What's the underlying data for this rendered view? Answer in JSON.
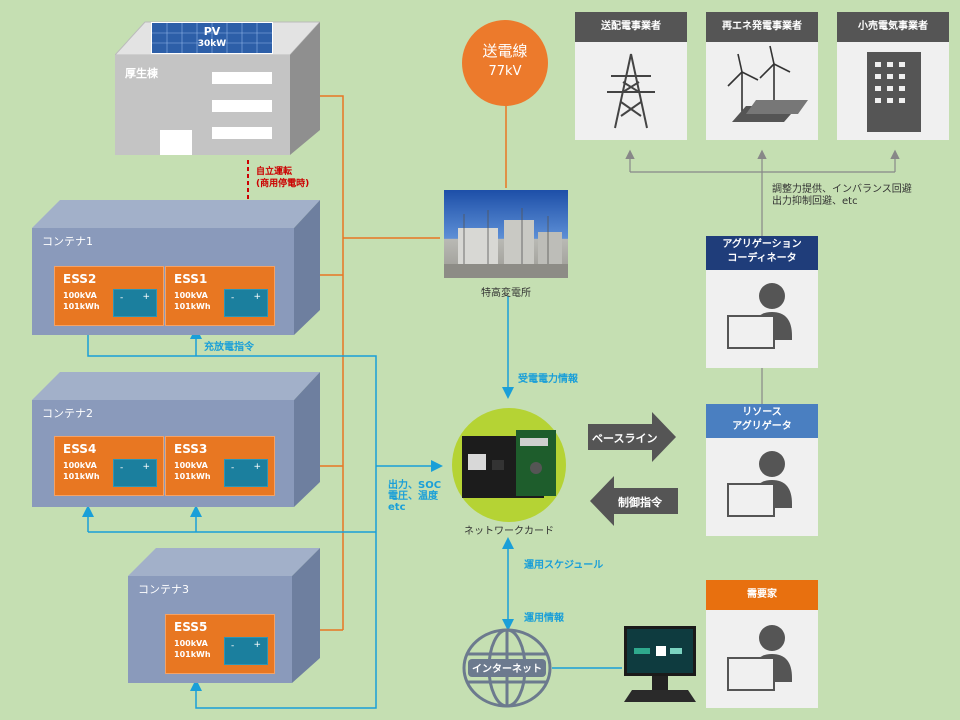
{
  "building": {
    "label": "厚生棟",
    "pv_label": "PV",
    "pv_capacity": "30kW"
  },
  "islanding": {
    "line1": "自立運転",
    "line2": "(商用停電時)"
  },
  "containers": [
    {
      "label": "コンテナ1"
    },
    {
      "label": "コンテナ2"
    },
    {
      "label": "コンテナ3"
    }
  ],
  "ess": [
    {
      "name": "ESS2",
      "spec1": "100kVA",
      "spec2": "101kWh"
    },
    {
      "name": "ESS1",
      "spec1": "100kVA",
      "spec2": "101kWh"
    },
    {
      "name": "ESS4",
      "spec1": "100kVA",
      "spec2": "101kWh"
    },
    {
      "name": "ESS3",
      "spec1": "100kVA",
      "spec2": "101kWh"
    },
    {
      "name": "ESS5",
      "spec1": "100kVA",
      "spec2": "101kWh"
    }
  ],
  "charge_command": "充放電指令",
  "telemetry": {
    "line1": "出力、SOC",
    "line2": "電圧、温度",
    "line3": "etc"
  },
  "transmission": {
    "line1": "送電線",
    "line2": "77kV"
  },
  "substation": {
    "label": "特高変電所"
  },
  "received_power_info": "受電電力情報",
  "network_card": {
    "label": "ネットワークカード"
  },
  "schedule": "運用スケジュール",
  "operation_info": "運用情報",
  "internet": {
    "label": "インターネット"
  },
  "baseline": "ベースライン",
  "control_command": "制御指令",
  "operators": [
    {
      "label": "送配電事業者"
    },
    {
      "label": "再エネ発電事業者"
    },
    {
      "label": "小売電気事業者"
    }
  ],
  "services": {
    "line1": "調整力提供、インバランス回避",
    "line2": "出力抑制回避、etc"
  },
  "aggregation_coordinator": {
    "line1": "アグリゲーション",
    "line2": "コーディネータ"
  },
  "resource_aggregator": {
    "line1": "リソース",
    "line2": "アグリゲータ"
  },
  "consumer": {
    "label": "需要家"
  },
  "colors": {
    "background": "#c5dfb2",
    "orange": "#e87722",
    "line_blue": "#1a9fd8",
    "navy": "#1f3d7a",
    "dark_gray": "#555555",
    "blue_header": "#4a7fc1"
  }
}
